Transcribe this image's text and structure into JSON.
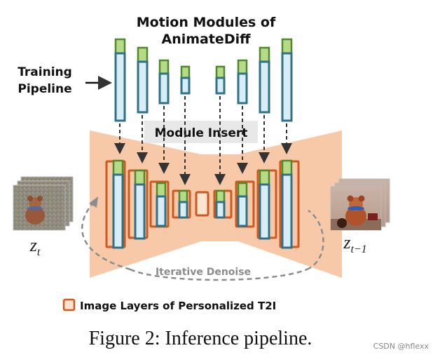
{
  "diagram": {
    "motion_title_line1": "Motion Modules of",
    "motion_title_line2": "AnimateDiff",
    "training_line1": "Training",
    "training_line2": "Pipeline",
    "module_insert": "Module Insert",
    "iterative_denoise": "Iterative Denoise",
    "legend_label": "Image Layers of Personalized T2I",
    "z_in": "z",
    "z_in_sub": "t",
    "z_out": "z",
    "z_out_sub": "t−1",
    "caption": "Figure 2: Inference pipeline.",
    "watermark": "CSDN @hflexx",
    "colors": {
      "unet_fill": "#f7c9a9",
      "image_layer": "#d1571b",
      "motion_body": "#2f7188",
      "motion_inner": "#d9edf6",
      "motion_head": "#4e8a2b",
      "motion_head_fill": "#b6db86",
      "arrow_dash": "#333333",
      "denoise_gray": "#8c8c8c"
    },
    "icons": {
      "input_latent": "noisy-teddy-bear-frames",
      "output_latent": "clean-teddy-bear-frames"
    }
  }
}
